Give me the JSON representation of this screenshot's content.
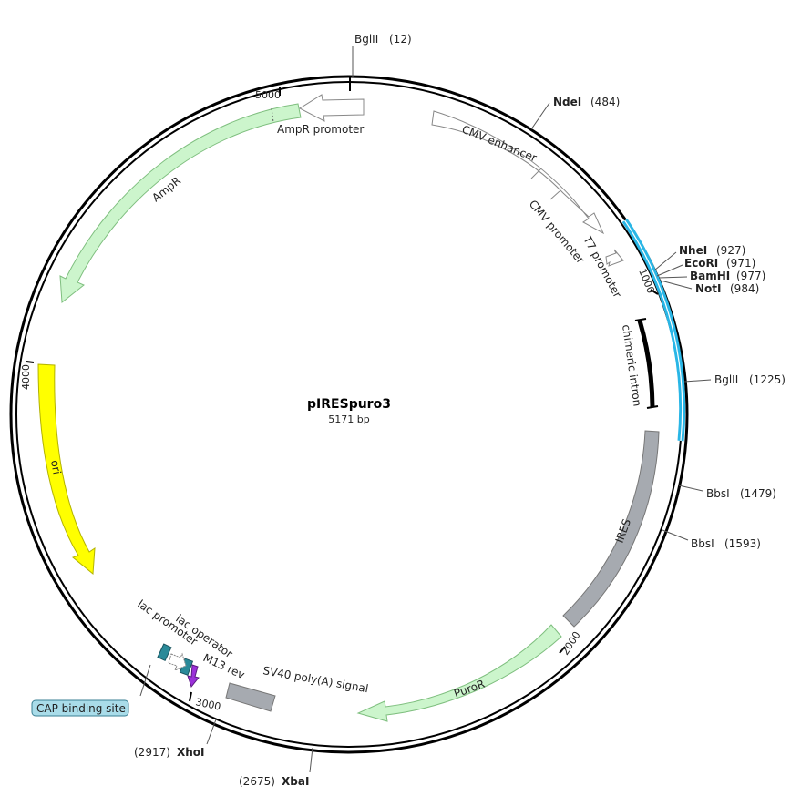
{
  "plasmid": {
    "name": "pIRESpuro3",
    "size_label": "5171 bp",
    "length": 5171
  },
  "colors": {
    "backbone": "#000000",
    "mcs_highlight": "#29b6e6",
    "gene_fill": "#ccf5cc",
    "gene_stroke": "#7fbf7f",
    "promoter_fill": "#ffffff",
    "promoter_stroke": "#888888",
    "ori_fill": "#ffff00",
    "ori_stroke": "#b3b300",
    "ires_fill": "#a6aab0",
    "polyA_fill": "#a6aab0",
    "intron_fill": "#000000",
    "cap_site_fill": "#2a8a99",
    "m13_fill": "#9b30d9",
    "badge_fill": "#a9dce9"
  },
  "ticks": [
    {
      "pos": 1000,
      "label": "1000"
    },
    {
      "pos": 2000,
      "label": "2000"
    },
    {
      "pos": 3000,
      "label": "3000"
    },
    {
      "pos": 4000,
      "label": "4000"
    },
    {
      "pos": 5000,
      "label": "5000"
    }
  ],
  "enzymes": [
    {
      "name": "BglII",
      "pos_label": "(12)",
      "pos": 12
    },
    {
      "name": "NdeI",
      "pos_label": "(484)",
      "pos": 484
    },
    {
      "name": "NheI",
      "pos_label": "(927)",
      "pos": 927
    },
    {
      "name": "EcoRI",
      "pos_label": "(971)",
      "pos": 971
    },
    {
      "name": "BamHI",
      "pos_label": "(977)",
      "pos": 977
    },
    {
      "name": "NotI",
      "pos_label": "(984)",
      "pos": 984
    },
    {
      "name": "BglII",
      "pos_label": "(1225)",
      "pos": 1225
    },
    {
      "name": "BbsI",
      "pos_label": "(1479)",
      "pos": 1479
    },
    {
      "name": "BbsI",
      "pos_label": "(1593)",
      "pos": 1593
    },
    {
      "name": "XbaI",
      "pos_label": "(2675)",
      "pos": 2675
    },
    {
      "name": "XhoI",
      "pos_label": "(2917)",
      "pos": 2917
    }
  ],
  "features": [
    {
      "name": "CMV enhancer",
      "kind": "promoter"
    },
    {
      "name": "CMV promoter",
      "kind": "promoter"
    },
    {
      "name": "T7 promoter",
      "kind": "promoter"
    },
    {
      "name": "chimeric intron",
      "kind": "intron"
    },
    {
      "name": "IRES",
      "kind": "misc"
    },
    {
      "name": "PuroR",
      "kind": "gene"
    },
    {
      "name": "SV40 poly(A) signal",
      "kind": "terminator"
    },
    {
      "name": "M13 rev",
      "kind": "primer"
    },
    {
      "name": "lac operator",
      "kind": "misc"
    },
    {
      "name": "lac promoter",
      "kind": "promoter"
    },
    {
      "name": "CAP binding site",
      "kind": "misc"
    },
    {
      "name": "ori",
      "kind": "origin"
    },
    {
      "name": "AmpR",
      "kind": "gene"
    },
    {
      "name": "AmpR promoter",
      "kind": "promoter"
    }
  ]
}
